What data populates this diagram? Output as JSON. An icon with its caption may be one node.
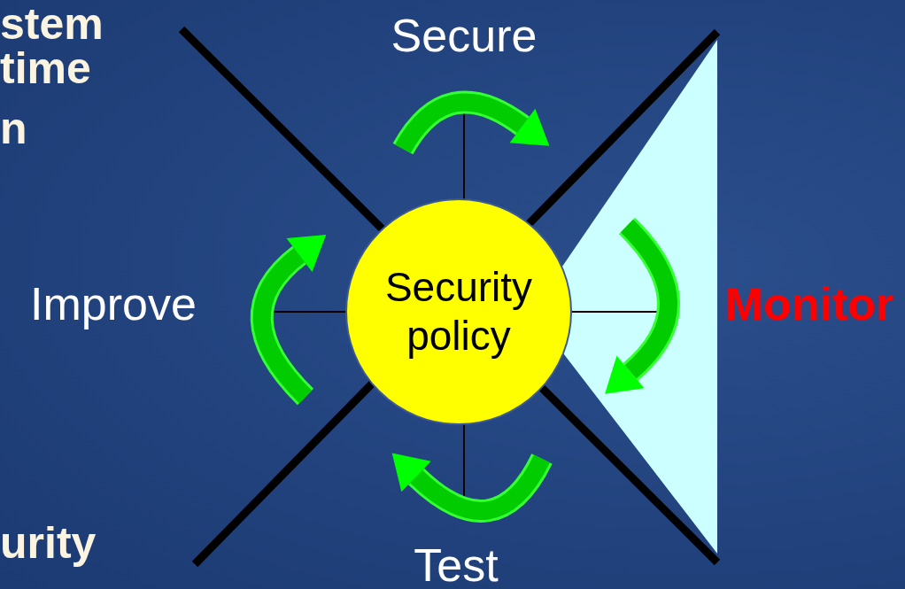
{
  "diagram": {
    "nodes": [
      {
        "text": [
          "Security policy"
        ]
      },
      {
        "text": [
          "Secure"
        ]
      },
      {
        "text": [
          "Improve"
        ]
      },
      {
        "text": [
          "Monitor"
        ]
      },
      {
        "text": [
          "Test"
        ]
      }
    ],
    "labels": [
      "stem",
      "time",
      "n",
      "urity"
    ]
  }
}
